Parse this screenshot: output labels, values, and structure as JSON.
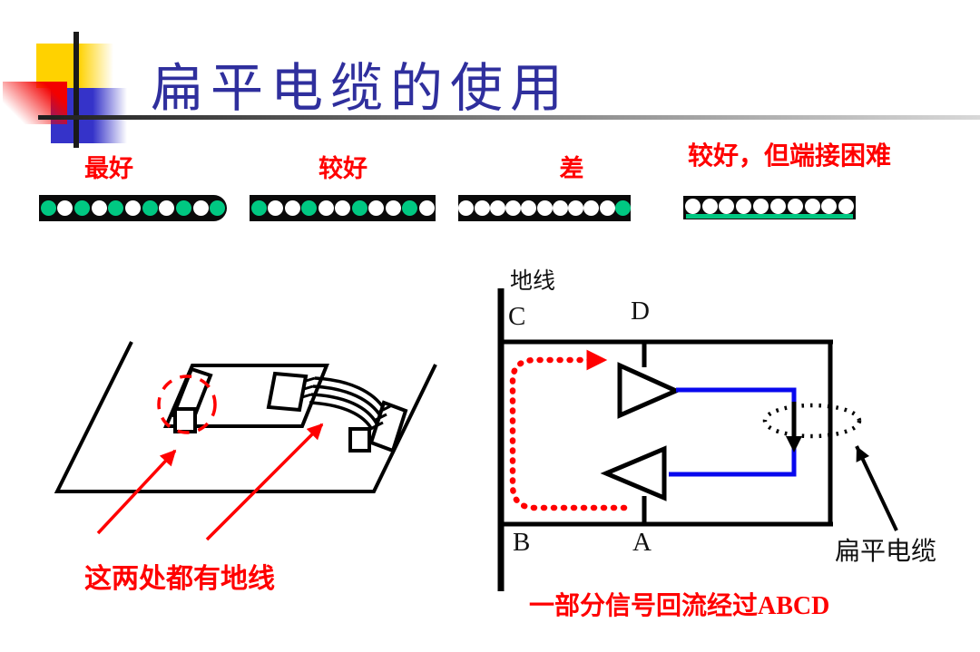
{
  "title": "扁平电缆的使用",
  "colors": {
    "title_blue": "#2F2F9D",
    "accent_red": "#FF0000",
    "ground_green": "#00C882",
    "signal_blue": "#0808EE"
  },
  "cable_options": [
    {
      "label": "最好",
      "pattern": [
        "g",
        "w",
        "g",
        "w",
        "g",
        "w",
        "g",
        "w",
        "g",
        "w",
        "g"
      ],
      "rounded_end": true,
      "ground_plane": false
    },
    {
      "label": "较好",
      "pattern": [
        "g",
        "w",
        "w",
        "g",
        "w",
        "w",
        "g",
        "w",
        "w",
        "g",
        "w"
      ],
      "rounded_end": false,
      "ground_plane": false
    },
    {
      "label": "差",
      "pattern": [
        "w",
        "w",
        "w",
        "w",
        "w",
        "w",
        "w",
        "w",
        "w",
        "w",
        "g"
      ],
      "rounded_end": false,
      "ground_plane": false
    },
    {
      "label": "较好，但端接困难",
      "pattern": [
        "w",
        "w",
        "w",
        "w",
        "w",
        "w",
        "w",
        "w",
        "w",
        "w"
      ],
      "rounded_end": false,
      "ground_plane": true
    }
  ],
  "pcb_figure": {
    "caption": "这两处都有地线"
  },
  "loop_figure": {
    "ground_label": "地线",
    "node_c": "C",
    "node_d": "D",
    "node_b": "B",
    "node_a": "A",
    "cable_label": "扁平电缆",
    "caption": "一部分信号回流经过ABCD"
  }
}
